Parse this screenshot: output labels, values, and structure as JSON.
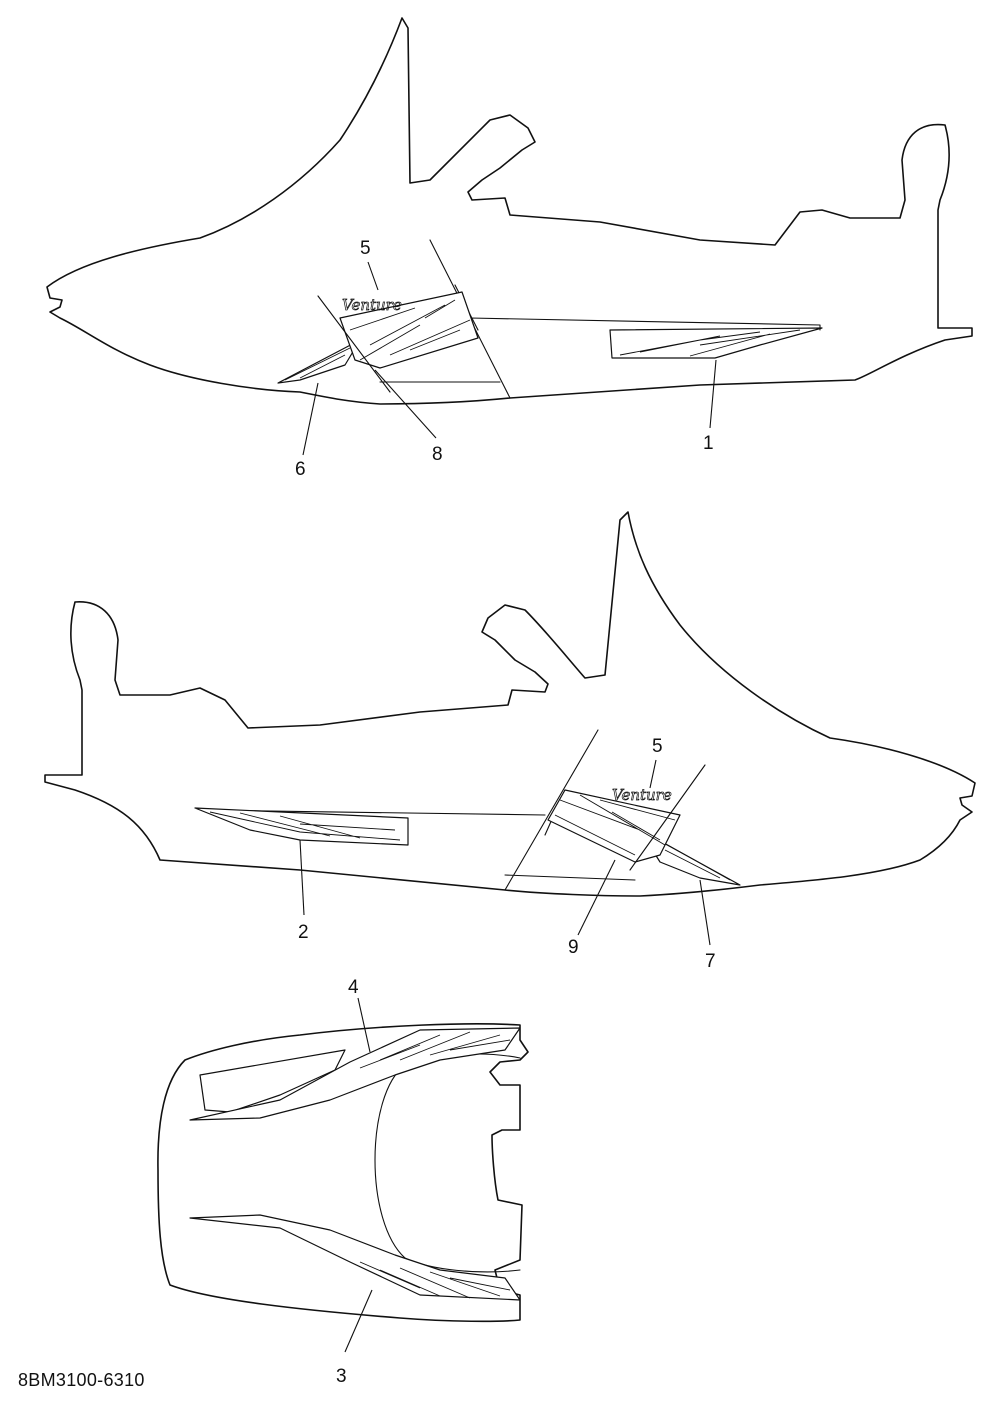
{
  "diagram": {
    "part_code": "8BM3100-6310",
    "brand_script": "Venture",
    "callouts": {
      "c1": "1",
      "c2": "2",
      "c3": "3",
      "c4": "4",
      "c5_left": "5",
      "c5_right": "5",
      "c6": "6",
      "c7": "7",
      "c8": "8",
      "c9": "9"
    }
  }
}
